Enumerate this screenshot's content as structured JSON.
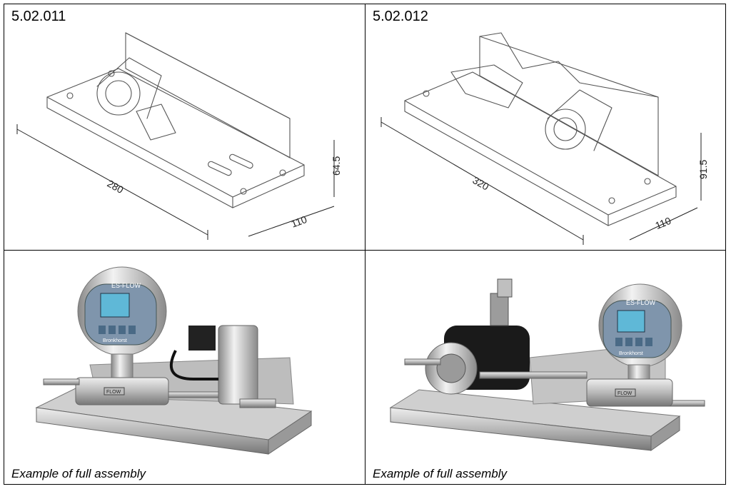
{
  "cells": [
    {
      "code": "5.02.011",
      "dims": {
        "length": "280",
        "width": "110",
        "height": "64.5"
      }
    },
    {
      "code": "5.02.012",
      "dims": {
        "length": "320",
        "width": "110",
        "height": "91.5"
      }
    },
    {
      "caption": "Example of full assembly",
      "device": {
        "brand": "ES-FLOW",
        "logo": "Bronkhorst",
        "flow_label": "FLOW"
      }
    },
    {
      "caption": "Example of full assembly",
      "device": {
        "brand": "ES-FLOW",
        "logo": "Bronkhorst",
        "flow_label": "FLOW"
      }
    }
  ]
}
